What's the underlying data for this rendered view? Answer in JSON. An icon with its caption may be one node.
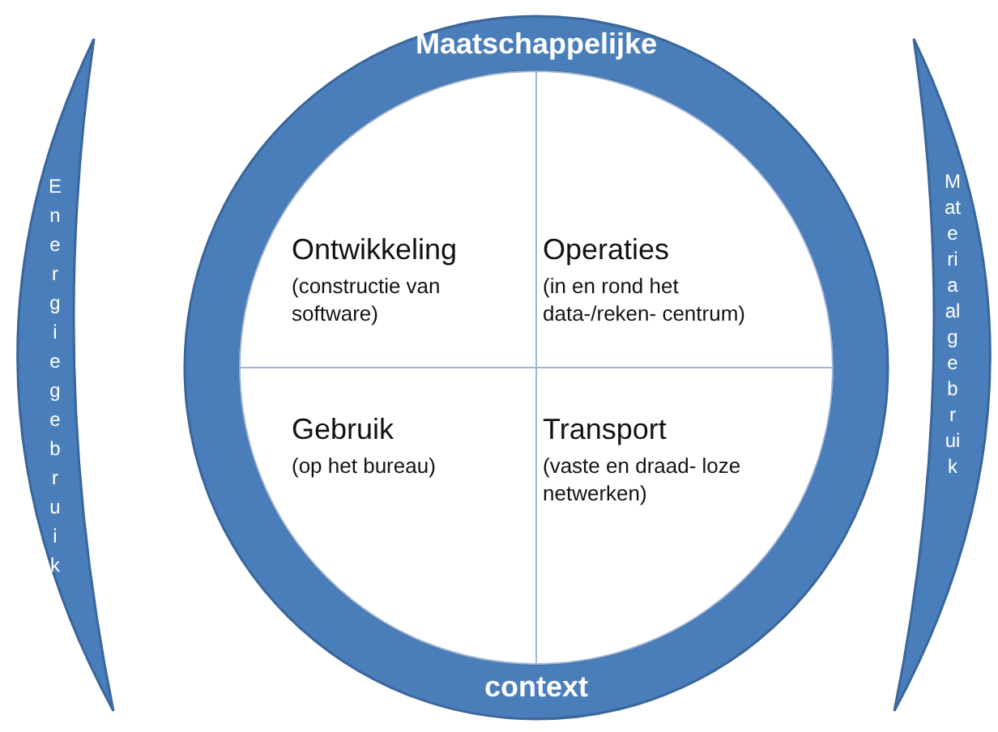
{
  "diagram": {
    "nodes": [
      {
        "text": [
          "Maatschappelijke",
          "context"
        ]
      },
      {
        "text": [
          "Ontwikkeling",
          "(constructie van software)"
        ],
        "in": 0
      },
      {
        "text": [
          "Operaties",
          "(in en rond het data-/reken- centrum)"
        ],
        "in": 0
      },
      {
        "text": [
          "Gebruik",
          "(op het bureau)"
        ],
        "in": 0
      },
      {
        "text": [
          "Transport",
          "(vaste en draad- loze netwerken)"
        ],
        "in": 0
      },
      {
        "text": [
          "Energiegebruik"
        ]
      },
      {
        "text": [
          "Materiaalgebruik"
        ]
      }
    ],
    "edges": []
  }
}
